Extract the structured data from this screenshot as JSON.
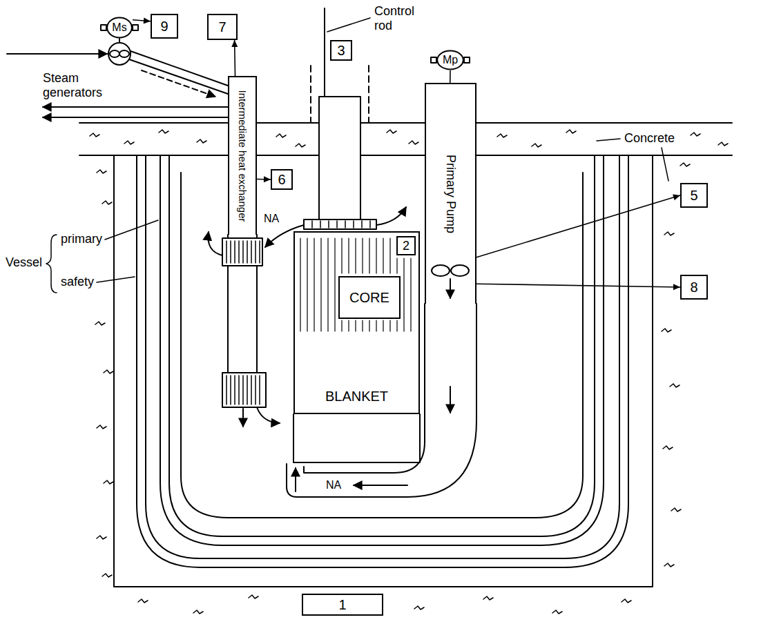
{
  "diagram": {
    "nodes": [
      {
        "text": [
          "BLANKET"
        ]
      },
      {
        "text": [
          "CORE"
        ],
        "in": 0
      },
      {
        "text": [
          "2"
        ],
        "in": 0
      },
      {
        "text": [
          "3"
        ]
      },
      {
        "text": [
          "5"
        ]
      },
      {
        "text": [
          "6"
        ]
      },
      {
        "text": [
          "7"
        ]
      },
      {
        "text": [
          "8"
        ]
      },
      {
        "text": [
          "9"
        ]
      },
      {
        "text": [
          "1"
        ]
      },
      {
        "text": [
          "Ms"
        ]
      },
      {
        "text": [
          "Mp"
        ]
      },
      {
        "text": [
          "Intermediate heat exchanger"
        ]
      },
      {
        "text": [
          "Primary Pump"
        ]
      }
    ],
    "edges": [
      {
        "from": 10,
        "to": 8,
        "arrow": "to"
      },
      {
        "from": 12,
        "to": 6,
        "arrow": "to"
      },
      {
        "from": 12,
        "to": 5,
        "arrow": "to"
      },
      {
        "from": 13,
        "to": 4,
        "arrow": "to"
      },
      {
        "from": 13,
        "to": 7,
        "arrow": "to"
      },
      {
        "from": 11,
        "to": 13,
        "arrow": "none"
      }
    ],
    "labels": [
      "Control rod",
      "Steam generators",
      "Concrete",
      "Vessel",
      "primary",
      "safety",
      "NA",
      "NA"
    ]
  }
}
